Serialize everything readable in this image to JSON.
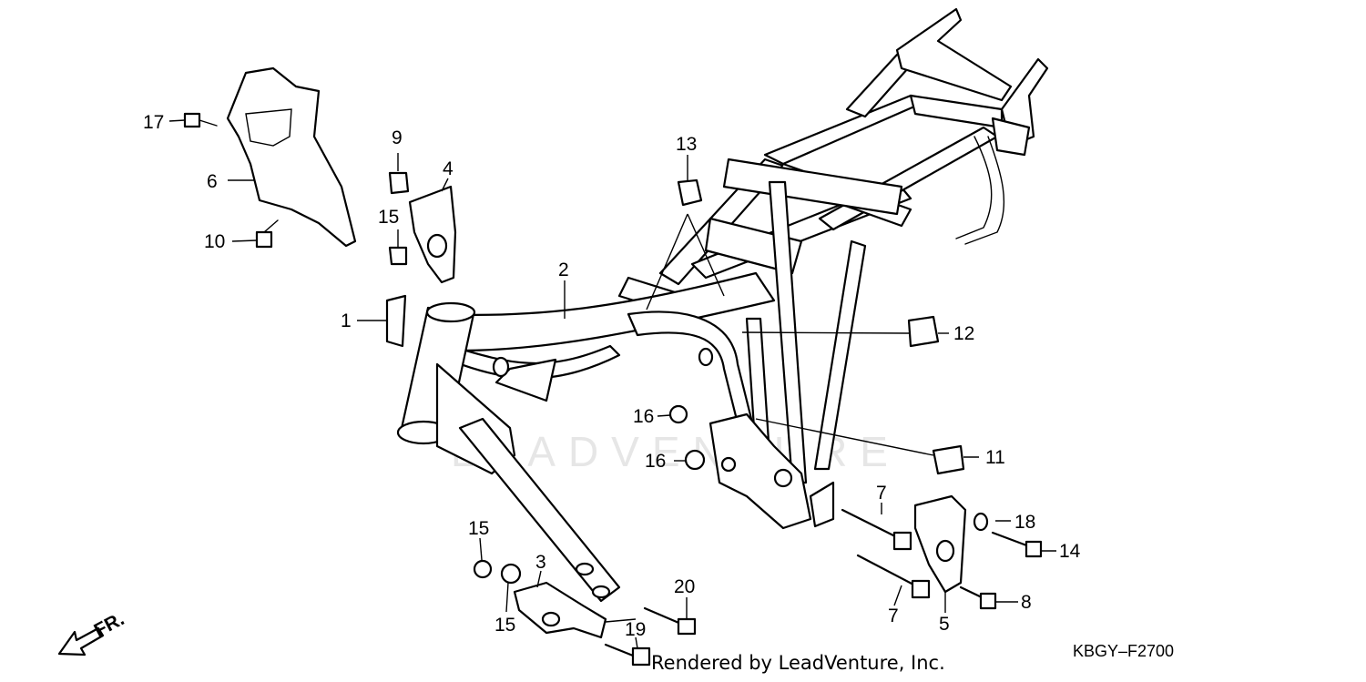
{
  "diagram": {
    "watermark": "LEADVENTURE",
    "direction_label": "FR.",
    "diagram_code": "KBGY–F2700",
    "render_credit": "Rendered by LeadVenture, Inc.",
    "callouts": [
      {
        "id": "1",
        "label": "1"
      },
      {
        "id": "2",
        "label": "2"
      },
      {
        "id": "3",
        "label": "3"
      },
      {
        "id": "4",
        "label": "4"
      },
      {
        "id": "5",
        "label": "5"
      },
      {
        "id": "6",
        "label": "6"
      },
      {
        "id": "7a",
        "label": "7"
      },
      {
        "id": "7b",
        "label": "7"
      },
      {
        "id": "8",
        "label": "8"
      },
      {
        "id": "9",
        "label": "9"
      },
      {
        "id": "10",
        "label": "10"
      },
      {
        "id": "11",
        "label": "11"
      },
      {
        "id": "12",
        "label": "12"
      },
      {
        "id": "13",
        "label": "13"
      },
      {
        "id": "14",
        "label": "14"
      },
      {
        "id": "15a",
        "label": "15"
      },
      {
        "id": "15b",
        "label": "15"
      },
      {
        "id": "15c",
        "label": "15"
      },
      {
        "id": "16a",
        "label": "16"
      },
      {
        "id": "16b",
        "label": "16"
      },
      {
        "id": "17",
        "label": "17"
      },
      {
        "id": "18",
        "label": "18"
      },
      {
        "id": "19",
        "label": "19"
      },
      {
        "id": "20",
        "label": "20"
      }
    ]
  }
}
